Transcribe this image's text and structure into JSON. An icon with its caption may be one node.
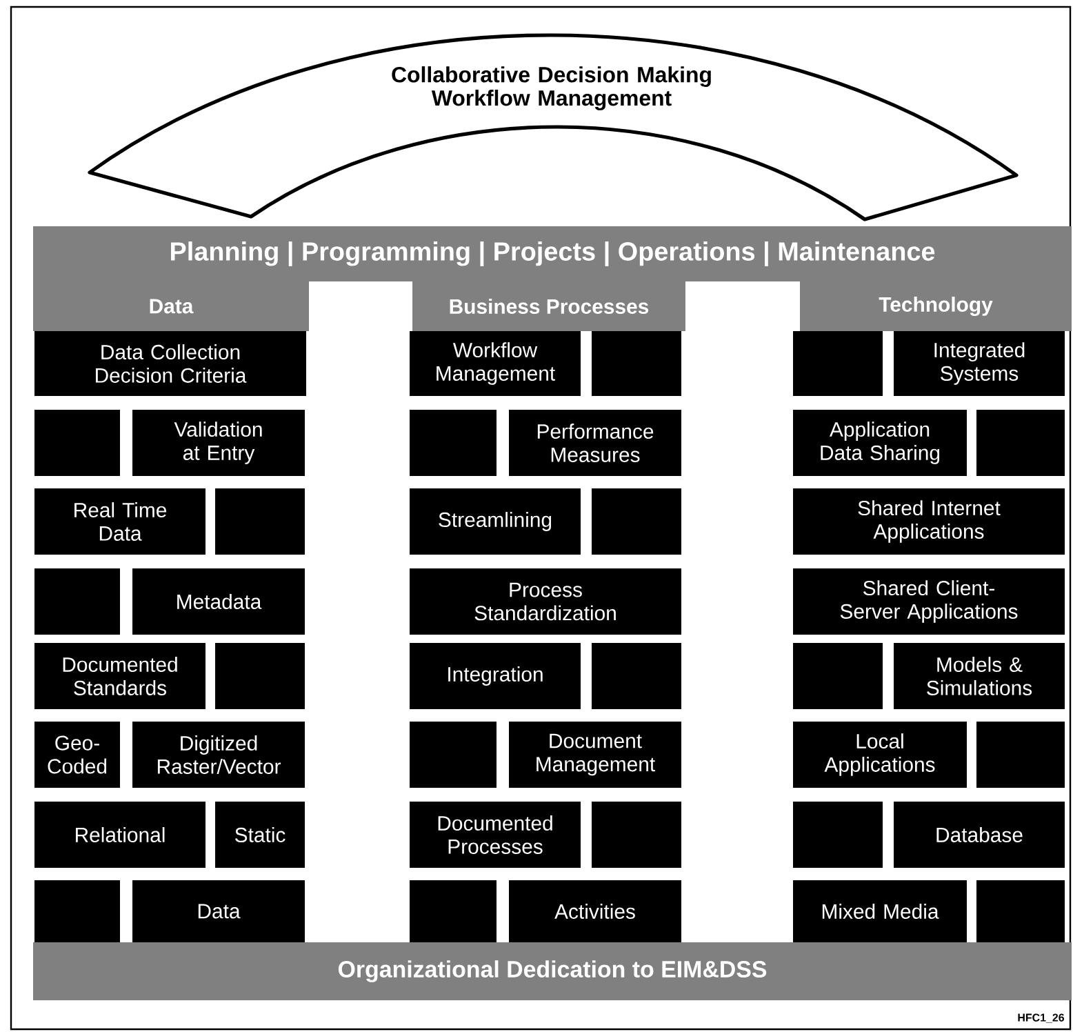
{
  "diagram": {
    "nodes": [
      {
        "text": [
          "Collaborative Decision Making Workflow Management"
        ]
      },
      {
        "text": [
          "Planning | Programming | Projects | Operations | Maintenance"
        ]
      },
      {
        "text": [
          "Data"
        ]
      },
      {
        "text": [
          "Data Collection Decision Criteria"
        ]
      },
      {
        "text": [],
        "shape": "box"
      },
      {
        "text": [
          "Validation at Entry"
        ]
      },
      {
        "text": [
          "Real Time Data"
        ]
      },
      {
        "text": [],
        "shape": "box"
      },
      {
        "text": [],
        "shape": "box"
      },
      {
        "text": [
          "Metadata"
        ]
      },
      {
        "text": [
          "Documented Standards"
        ]
      },
      {
        "text": [],
        "shape": "box"
      },
      {
        "text": [
          "Geo- Coded"
        ]
      },
      {
        "text": [
          "Digitized Raster/Vector"
        ]
      },
      {
        "text": [
          "Relational"
        ]
      },
      {
        "text": [
          "Static"
        ]
      },
      {
        "text": [],
        "shape": "box"
      },
      {
        "text": [
          "Data"
        ]
      },
      {
        "text": [
          "Business Processes"
        ]
      },
      {
        "text": [
          "Workflow Management"
        ]
      },
      {
        "text": [],
        "shape": "box"
      },
      {
        "text": [],
        "shape": "box"
      },
      {
        "text": [
          "Performance Measures"
        ]
      },
      {
        "text": [
          "Streamlining"
        ]
      },
      {
        "text": [],
        "shape": "box"
      },
      {
        "text": [
          "Process Standardization"
        ]
      },
      {
        "text": [
          "Integration"
        ]
      },
      {
        "text": [],
        "shape": "box"
      },
      {
        "text": [],
        "shape": "box"
      },
      {
        "text": [
          "Document Management"
        ]
      },
      {
        "text": [
          "Documented Processes"
        ]
      },
      {
        "text": [],
        "shape": "box"
      },
      {
        "text": [],
        "shape": "box"
      },
      {
        "text": [
          "Activities"
        ]
      },
      {
        "text": [
          "Technology"
        ]
      },
      {
        "text": [],
        "shape": "box"
      },
      {
        "text": [
          "Integrated Systems"
        ]
      },
      {
        "text": [
          "Application Data Sharing"
        ]
      },
      {
        "text": [],
        "shape": "box"
      },
      {
        "text": [
          "Shared Internet Applications"
        ]
      },
      {
        "text": [
          "Shared Client-Server Applications"
        ]
      },
      {
        "text": [],
        "shape": "box"
      },
      {
        "text": [
          "Models & Simulations"
        ]
      },
      {
        "text": [
          "Local Applications"
        ]
      },
      {
        "text": [],
        "shape": "box"
      },
      {
        "text": [],
        "shape": "box"
      },
      {
        "text": [
          "Database"
        ]
      },
      {
        "text": [
          "Mixed Media"
        ]
      },
      {
        "text": [],
        "shape": "box"
      },
      {
        "text": [
          "Organizational Dedication to EIM&DSS"
        ]
      }
    ],
    "labels": [
      "HFC1_26"
    ]
  }
}
